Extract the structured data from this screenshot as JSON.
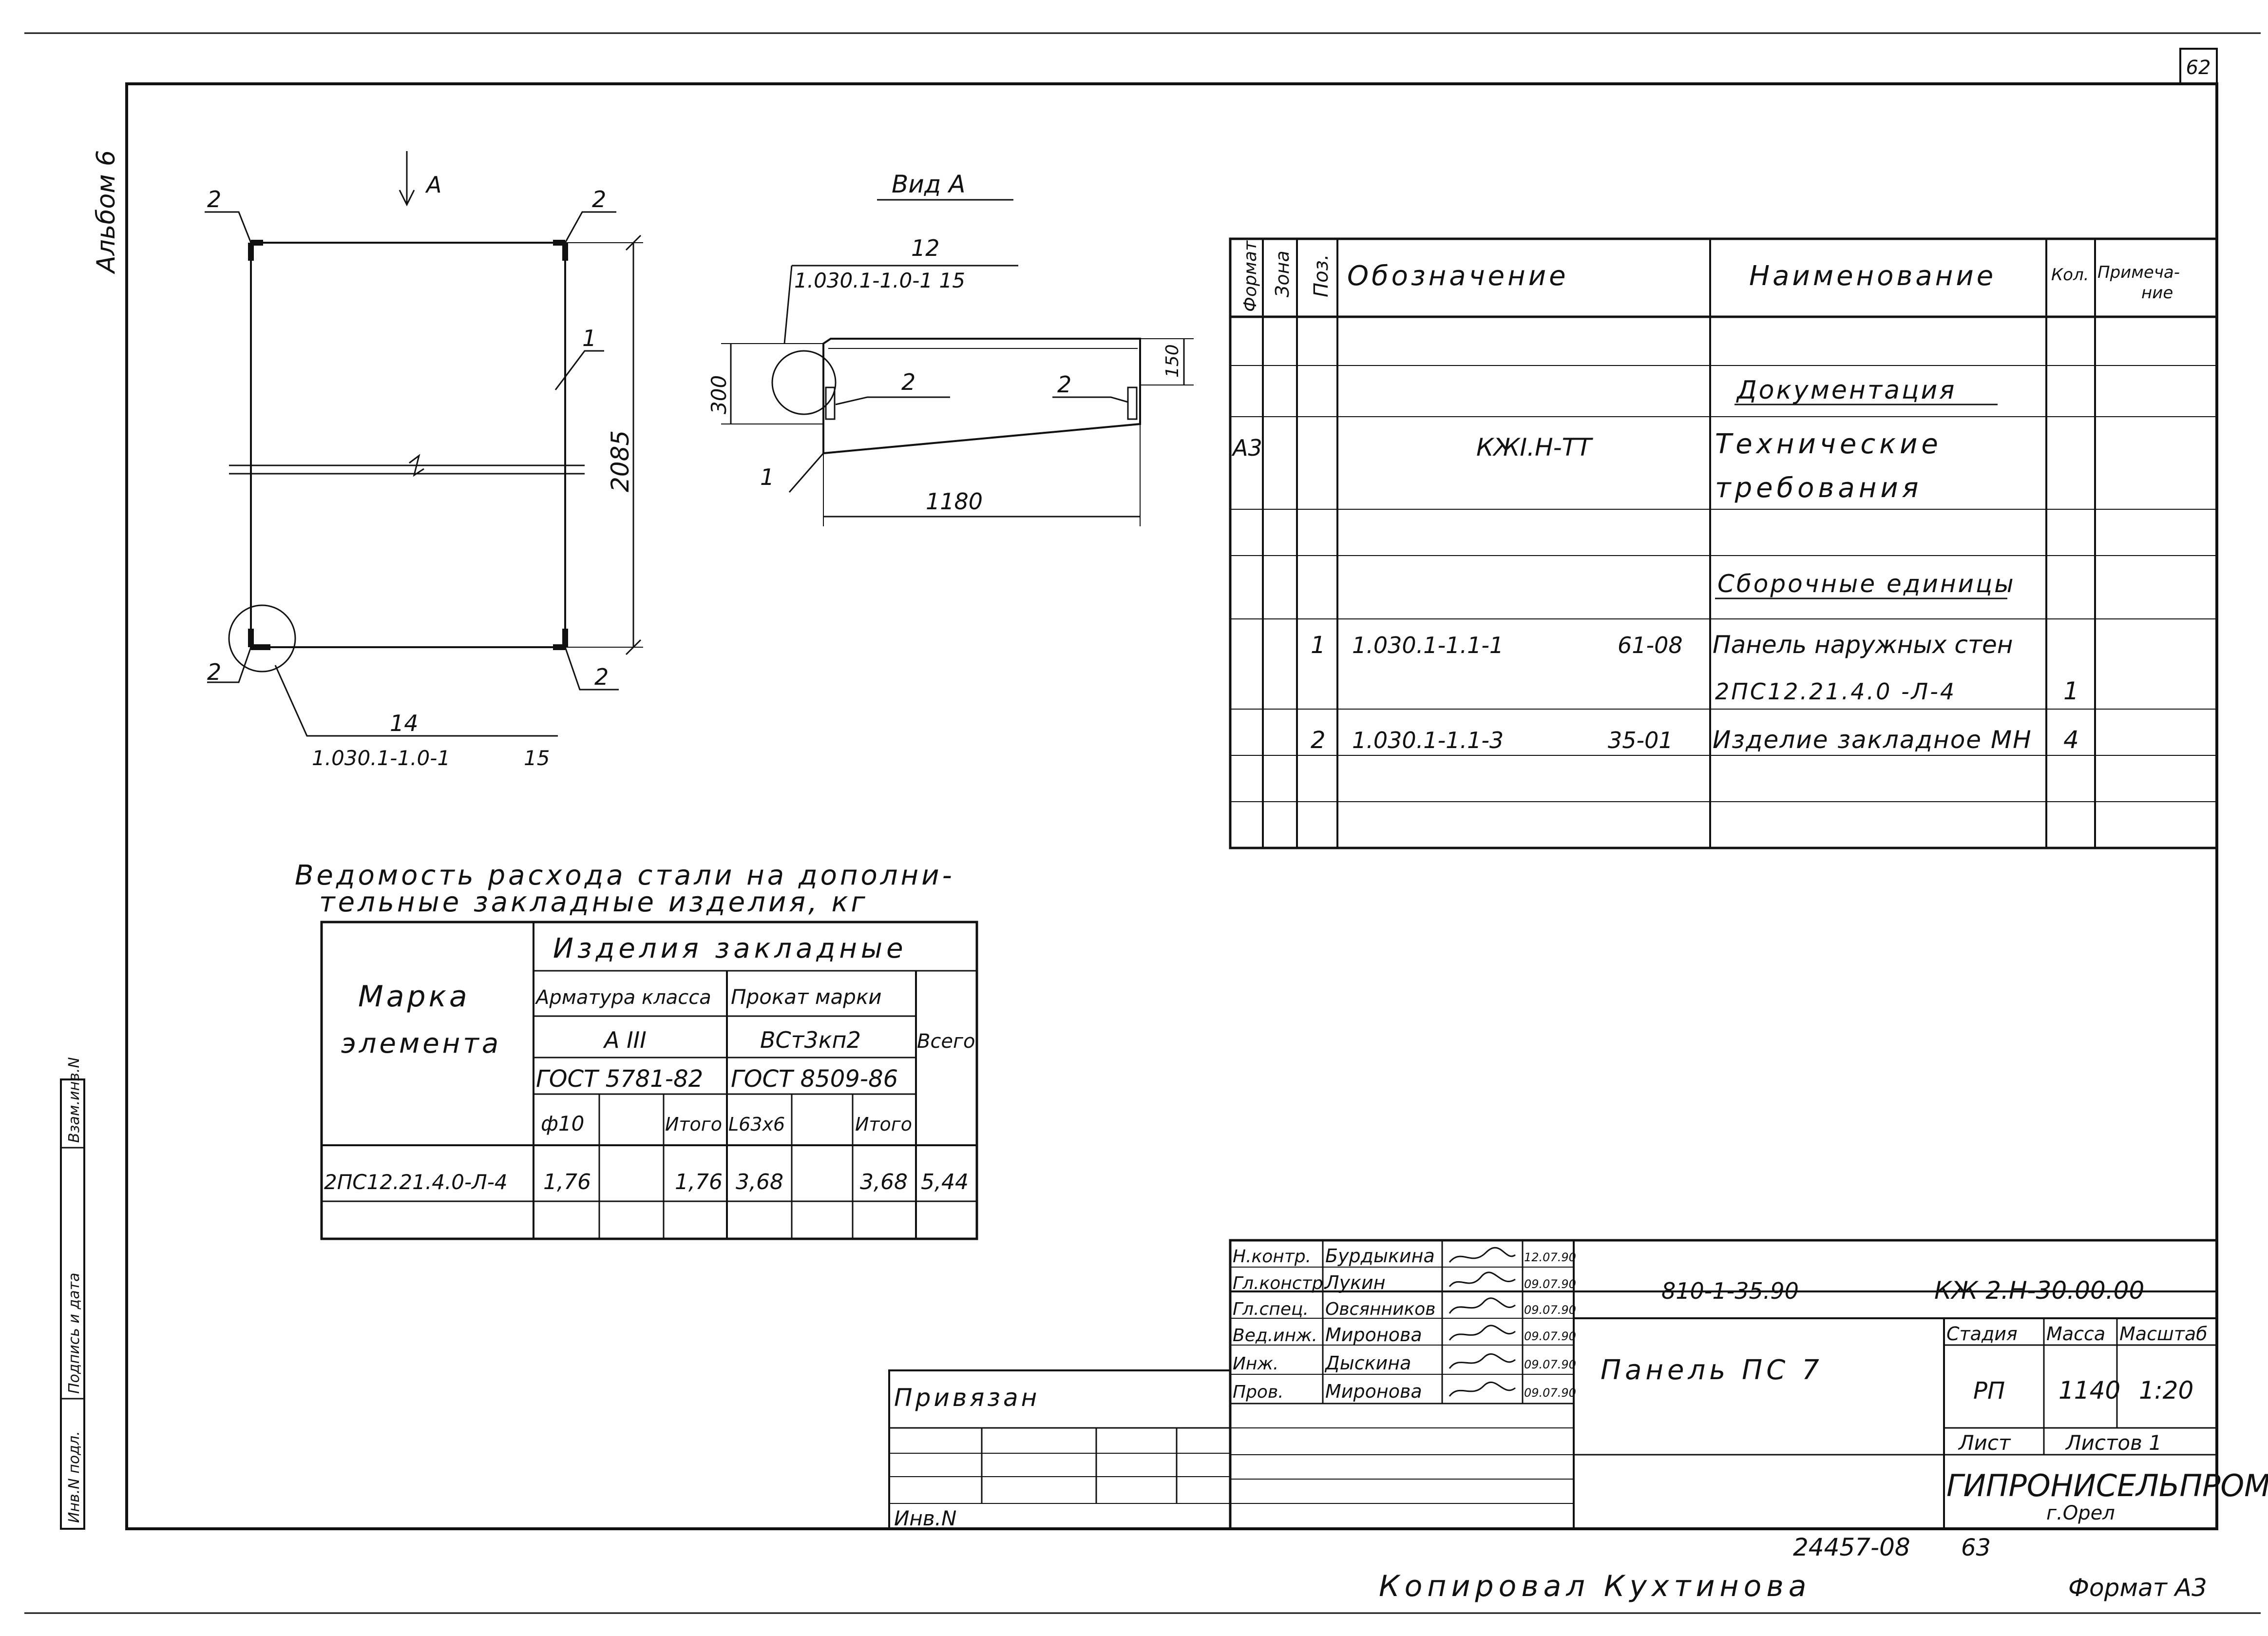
{
  "page_number": "62",
  "album_label": "Альбом 6",
  "side_stamp": [
    "Инв.N подл.",
    "Подпись и дата",
    "Взам.инв.N"
  ],
  "plan_drawing": {
    "arrow_label": "А",
    "callout_2": "2",
    "callout_1": "1",
    "height_dim": "2085",
    "ref_number": "14",
    "ref_code": "1.030.1-1.0-1",
    "ref_sheet": "15"
  },
  "view_a": {
    "title": "Вид А",
    "ref_number": "12",
    "ref_code": "1.030.1-1.0-1 15",
    "dim_300": "300",
    "dim_150": "150",
    "dim_1180": "1180",
    "callout_2": "2",
    "callout_1": "1"
  },
  "spec_table": {
    "headers": {
      "format": "Формат",
      "zone": "Зона",
      "pos": "Поз.",
      "designation": "Обозначение",
      "name": "Наименование",
      "qty": "Кол.",
      "note_1": "Примеча-",
      "note_2": "ние"
    },
    "section_docs": "Документация",
    "doc_format": "А3",
    "doc_designation": "КЖI.Н-ТТ",
    "doc_name_1": "Технические",
    "doc_name_2": "требования",
    "section_assemblies": "Сборочные единицы",
    "item1": {
      "pos": "1",
      "designation": "1.030.1-1.1-1",
      "sheet": "61-08",
      "name_1": "Панель наружных стен",
      "name_2": "2ПС12.21.4.0 -Л-4",
      "qty": "1"
    },
    "item2": {
      "pos": "2",
      "designation": "1.030.1-1.1-3",
      "sheet": "35-01",
      "name": "Изделие закладное МН",
      "qty": "4"
    }
  },
  "steel_table": {
    "title_1": "Ведомость расхода стали на дополни-",
    "title_2": "тельные закладные изделия, кг",
    "col_mark_1": "Марка",
    "col_mark_2": "элемента",
    "group": "Изделия закладные",
    "rebar": "Арматура класса",
    "rebar_class": "А III",
    "rebar_gost": "ГОСТ 5781-82",
    "rolled": "Прокат марки",
    "rolled_grade": "ВСт3кп2",
    "rolled_gost": "ГОСТ 8509-86",
    "total": "Всего",
    "sub_phi10": "ф10",
    "sub_itogo": "Итого",
    "sub_angle": "L63х6",
    "sub_itogo2": "Итого",
    "row": {
      "mark": "2ПС12.21.4.0-Л-4",
      "phi10": "1,76",
      "itogo1": "1,76",
      "angle": "3,68",
      "itogo2": "3,68",
      "total": "5,44"
    }
  },
  "title_block": {
    "roles": [
      "Н.контр.",
      "Гл.констр.",
      "Гл.спец.",
      "Вед.инж.",
      "Инж.",
      "Пров."
    ],
    "names": [
      "Бурдыкина",
      "Лукин",
      "Овсянников",
      "Миронова",
      "Дыскина",
      "Миронова"
    ],
    "dates": [
      "12.07.90",
      "09.07.90",
      "09.07.90",
      "09.07.90",
      "09.07.90",
      "09.07.90"
    ],
    "project_code": "810-1-35.90",
    "drawing_code": "КЖ 2.Н-30.00.00",
    "title": "Панель ПС 7",
    "stage_label": "Стадия",
    "mass_label": "Масса",
    "scale_label": "Масштаб",
    "stage": "РП",
    "mass": "1140",
    "scale": "1:20",
    "sheet_label": "Лист",
    "sheets_label": "Листов 1",
    "org": "ГИПРОНИСЕЛЬПРОМ",
    "city": "г.Орел",
    "privyazan": "Привязан",
    "inv": "Инв.N"
  },
  "footer": {
    "archive": "24457-08",
    "page": "63",
    "copied": "Копировал Кухтинова",
    "format": "Формат А3"
  }
}
